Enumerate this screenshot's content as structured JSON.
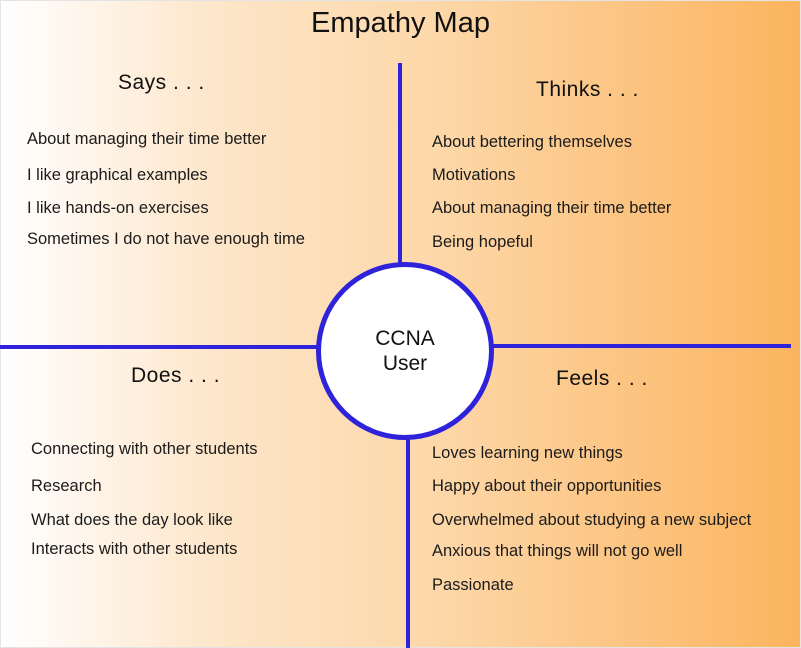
{
  "title": "Empathy Map",
  "center": {
    "line1": "CCNA",
    "line2": "User"
  },
  "quadrants": {
    "says": {
      "heading": "Says . . .",
      "items": [
        "About managing their time better",
        "I like graphical examples",
        "I like hands-on exercises",
        "Sometimes I do not have enough time"
      ]
    },
    "thinks": {
      "heading": "Thinks . . .",
      "items": [
        "About bettering themselves",
        "Motivations",
        "About managing their time better",
        "Being hopeful"
      ]
    },
    "does": {
      "heading": "Does . . .",
      "items": [
        "Connecting with other students",
        "Research",
        "What does the day look like",
        "Interacts with other students"
      ]
    },
    "feels": {
      "heading": "Feels . . .",
      "items": [
        "Loves learning new things",
        "Happy about their opportunities",
        "Overwhelmed about studying a new subject",
        "Anxious that things will not go well",
        "Passionate"
      ]
    }
  },
  "colors": {
    "axis": "#2e22db",
    "gradient_start": "#ffffff",
    "gradient_end": "#fbb45e"
  }
}
